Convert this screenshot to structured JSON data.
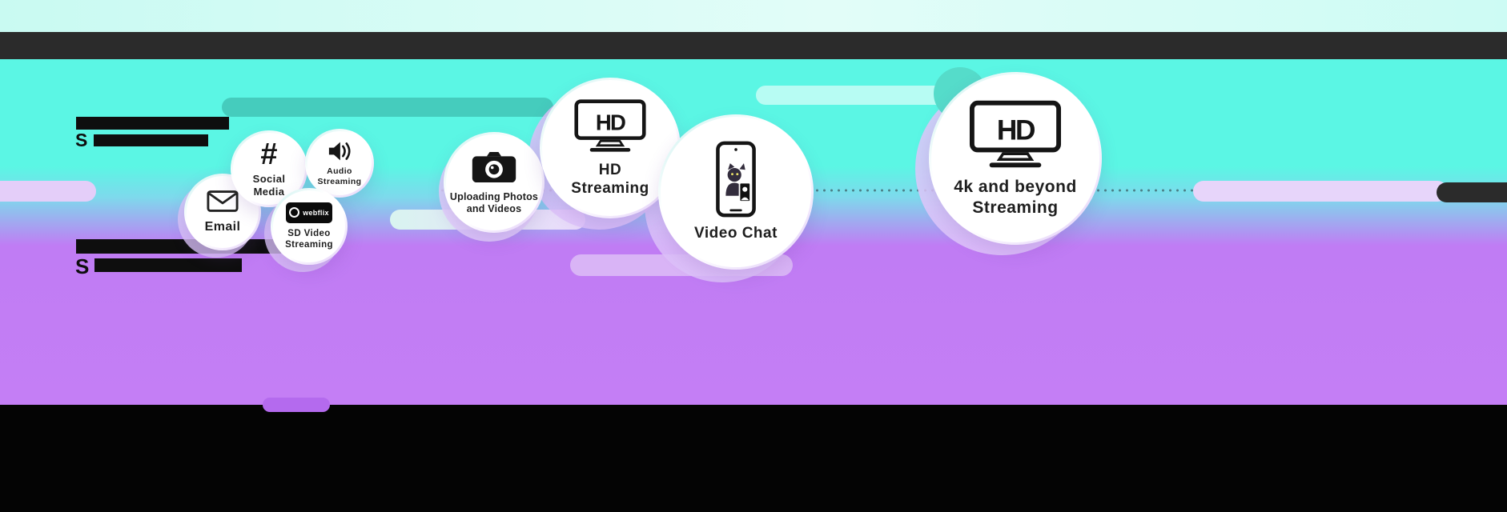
{
  "colors": {
    "top_band": "#cdfbf4",
    "dark_bar": "#2b2b2b",
    "cyan_background": "#5bf6e4",
    "purple_background": "#c47ef5",
    "bottom_bar": "#040404",
    "teal_streak": "#45ccbd",
    "lavender_streak": "#e4cef9"
  },
  "redacted_headings": {
    "top_letter": "S",
    "bottom_letter": "S"
  },
  "bubbles": [
    {
      "id": "email",
      "icon": "envelope-icon",
      "label": "Email"
    },
    {
      "id": "social-media",
      "icon": "hashtag-icon",
      "glyph": "#",
      "label": "Social Media"
    },
    {
      "id": "audio-streaming",
      "icon": "speaker-icon",
      "label": "Audio Streaming"
    },
    {
      "id": "sd-video-streaming",
      "icon": "video-player-icon",
      "player_brand": "webflix",
      "label": "SD Video Streaming"
    },
    {
      "id": "uploading-photos-videos",
      "icon": "camera-icon",
      "label": "Uploading Photos and Videos"
    },
    {
      "id": "hd-streaming",
      "icon": "tv-icon",
      "screen_text": "HD",
      "label": "HD Streaming"
    },
    {
      "id": "video-chat",
      "icon": "video-call-phone-icon",
      "label": "Video Chat"
    },
    {
      "id": "4k-streaming",
      "icon": "tv-icon",
      "screen_text": "HD",
      "label": "4k and beyond Streaming"
    }
  ]
}
